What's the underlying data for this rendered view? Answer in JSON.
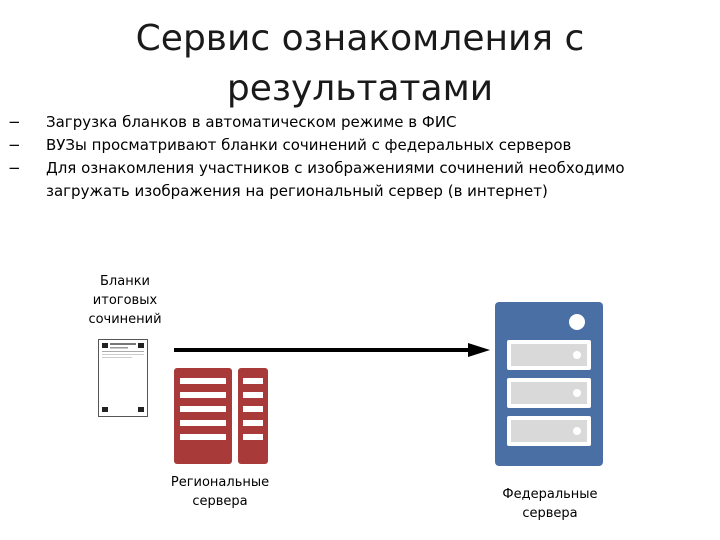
{
  "slide": {
    "title": "Сервис ознакомления с результатами",
    "bullets": [
      "Загрузка бланков в автоматическом режиме в ФИС",
      "ВУЗы просматривают бланки сочинений с федеральных серверов",
      "Для ознакомления участников с изображениями сочинений необходимо загружать изображения на региональный сервер (в интернет)"
    ],
    "bullet_marker": "−"
  },
  "diagram": {
    "source_label": "Бланки итоговых сочинений",
    "regional_label": "Региональные сервера",
    "federal_label": "Федеральные сервера",
    "icons": [
      "document-form-icon",
      "arrow-right-icon",
      "regional-server-icon",
      "federal-server-icon"
    ]
  },
  "colors": {
    "regional_server": "#a83a3a",
    "federal_server": "#4a6fa5",
    "arrow": "#000000"
  }
}
